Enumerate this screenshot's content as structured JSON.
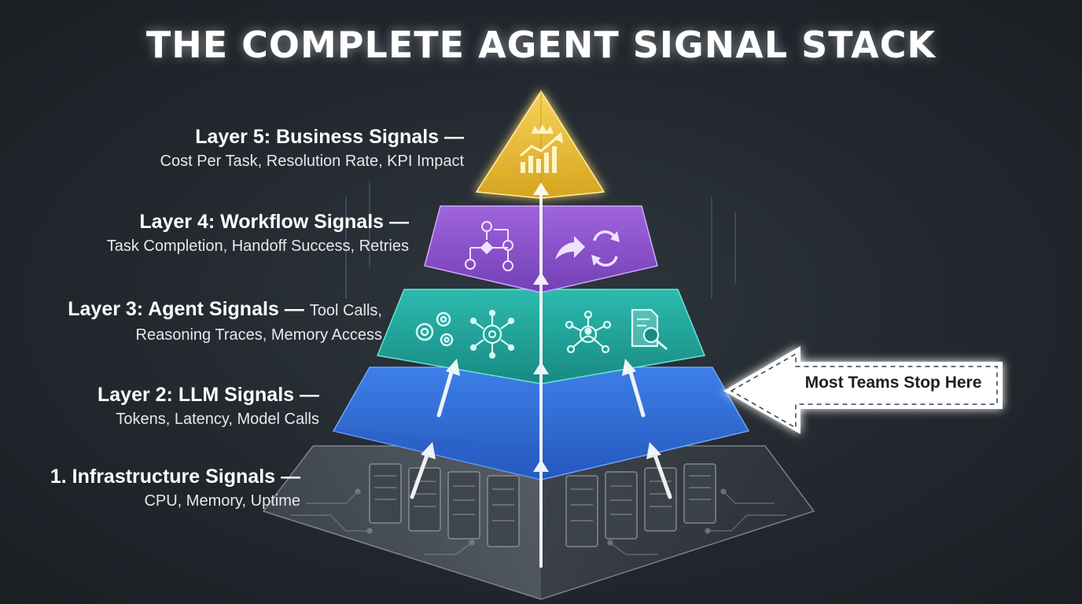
{
  "title": "THE COMPLETE AGENT SIGNAL STACK",
  "layers": [
    {
      "head": "Layer 5: Business Signals —",
      "sub": "Cost Per Task, Resolution Rate, KPI Impact",
      "color": "#e9b92f"
    },
    {
      "head": "Layer 4: Workflow Signals —",
      "sub": "Task Completion, Handoff Success, Retries",
      "color": "#8b4fc9"
    },
    {
      "head": "Layer 3: Agent Signals —",
      "head_tail": "Tool Calls,",
      "sub": "Reasoning Traces, Memory Access",
      "color": "#22a39a"
    },
    {
      "head": "Layer 2: LLM Signals —",
      "sub": "Tokens, Latency, Model Calls",
      "color": "#2f6bd6"
    },
    {
      "head": "1. Infrastructure Signals —",
      "sub": "CPU, Memory, Uptime",
      "color": "#4a5058"
    }
  ],
  "callout": "Most Teams Stop Here",
  "icons": {
    "layer5": [
      "crown-icon",
      "growth-chart-icon"
    ],
    "layer4": [
      "workflow-flowchart-icon",
      "handoff-arrow-icon",
      "retry-icon"
    ],
    "layer3": [
      "gears-icon",
      "gear-network-icon",
      "user-network-icon",
      "document-search-icon"
    ],
    "layer1": [
      "server-rack-icon",
      "circuit-board-icon"
    ]
  }
}
